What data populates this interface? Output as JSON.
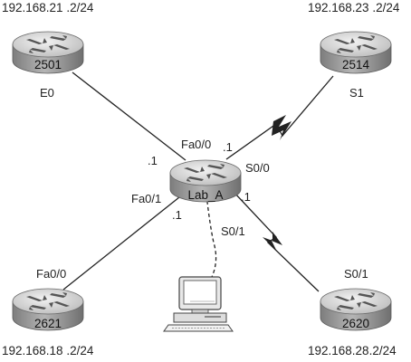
{
  "routers": {
    "r2501": {
      "name": "2501",
      "ip": "192.168.21 .2/24",
      "port": "E0"
    },
    "r2514": {
      "name": "2514",
      "ip": "192.168.23 .2/24",
      "port": "S1"
    },
    "lab_a": {
      "name": "Lab_A"
    },
    "r2621": {
      "name": "2621",
      "ip": "192.168.18 .2/24",
      "port": "Fa0/0"
    },
    "r2620": {
      "name": "2620",
      "ip": "192.168.28.2/24",
      "port": "S0/1"
    }
  },
  "lab_a_ports": {
    "fa00": "Fa0/0",
    "fa00_addr": ".1",
    "s00": "S0/0",
    "s00_addr": ".1",
    "fa01": "Fa0/1",
    "fa01_addr": ".1",
    "s01": "S0/1",
    "s01_addr": ".1",
    "console": "S0/1"
  },
  "icons": {
    "router": "router-icon",
    "pc": "pc-icon",
    "serial_link": "serial-lightning-icon"
  },
  "colors": {
    "router_body": "#9a9a9a",
    "router_top": "#d6d6d6",
    "link": "#222222"
  }
}
